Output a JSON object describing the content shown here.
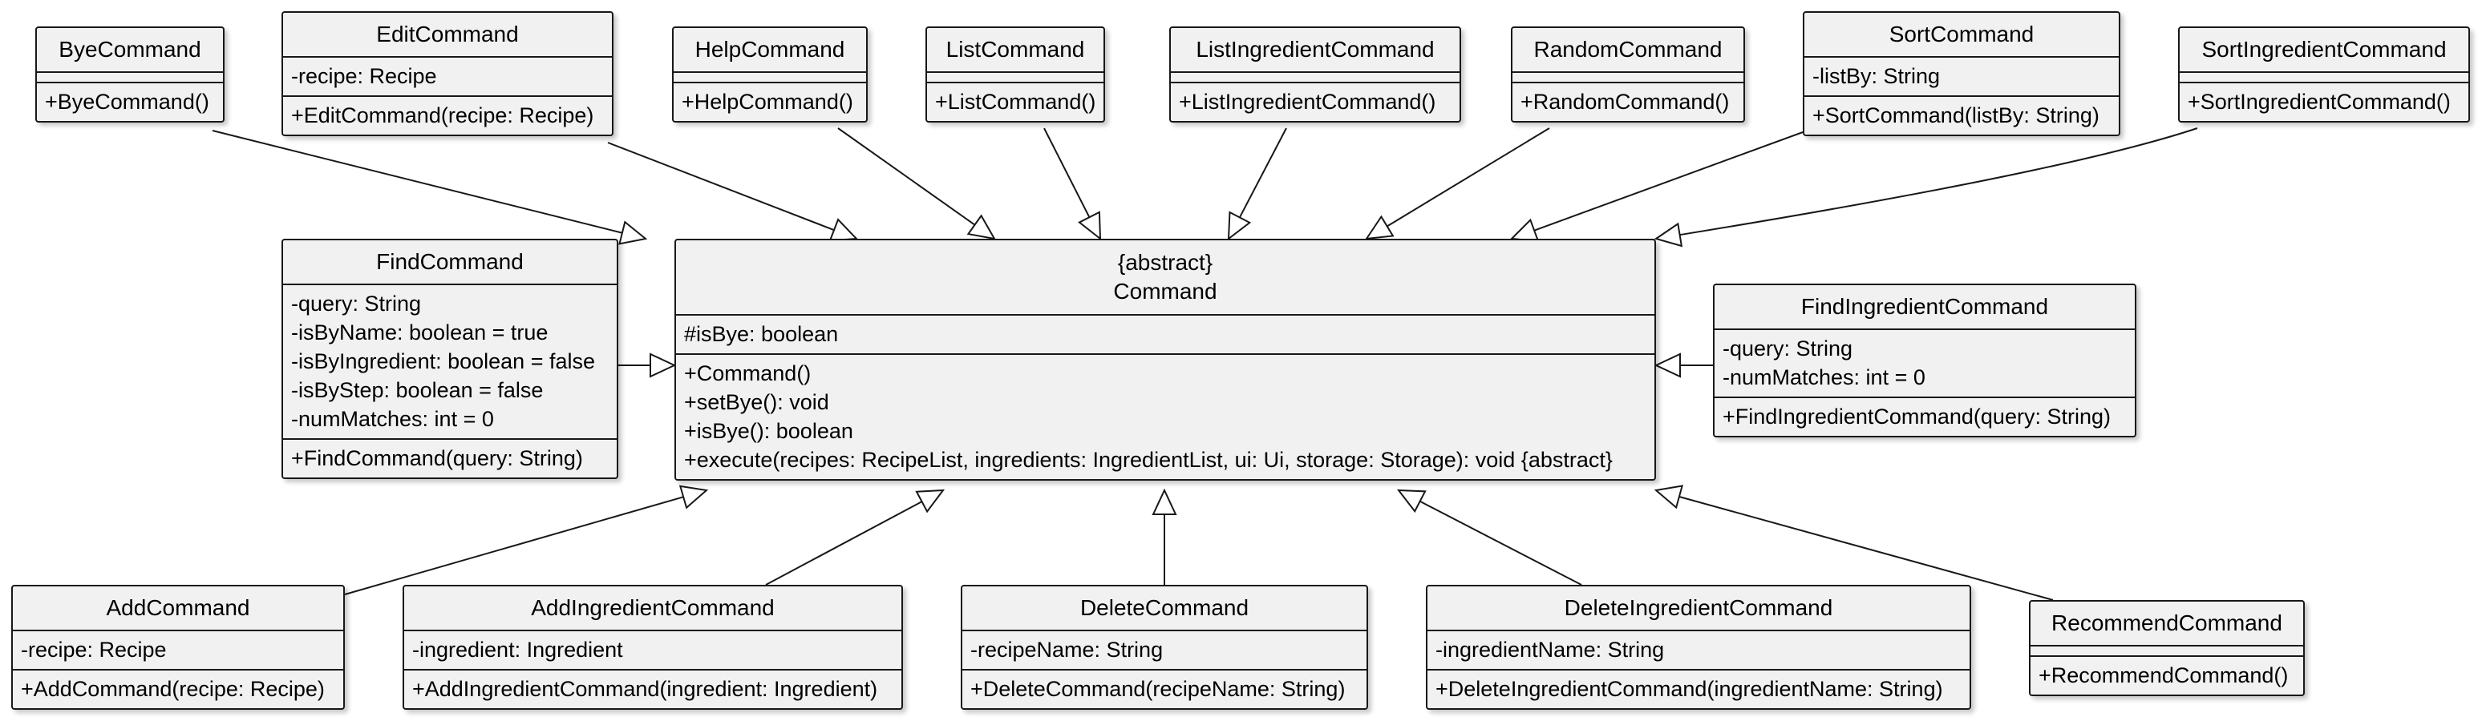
{
  "classes": {
    "bye": {
      "name": "ByeCommand",
      "attributes": [],
      "methods": [
        "+ByeCommand()"
      ]
    },
    "edit": {
      "name": "EditCommand",
      "attributes": [
        "-recipe: Recipe"
      ],
      "methods": [
        "+EditCommand(recipe: Recipe)"
      ]
    },
    "help": {
      "name": "HelpCommand",
      "attributes": [],
      "methods": [
        "+HelpCommand()"
      ]
    },
    "list": {
      "name": "ListCommand",
      "attributes": [],
      "methods": [
        "+ListCommand()"
      ]
    },
    "listIngredient": {
      "name": "ListIngredientCommand",
      "attributes": [],
      "methods": [
        "+ListIngredientCommand()"
      ]
    },
    "random": {
      "name": "RandomCommand",
      "attributes": [],
      "methods": [
        "+RandomCommand()"
      ]
    },
    "sort": {
      "name": "SortCommand",
      "attributes": [
        "-listBy: String"
      ],
      "methods": [
        "+SortCommand(listBy: String)"
      ]
    },
    "sortIngredient": {
      "name": "SortIngredientCommand",
      "attributes": [],
      "methods": [
        "+SortIngredientCommand()"
      ]
    },
    "find": {
      "name": "FindCommand",
      "attributes": [
        "-query: String",
        "-isByName: boolean = true",
        "-isByIngredient: boolean = false",
        "-isByStep: boolean = false",
        "-numMatches: int = 0"
      ],
      "methods": [
        "+FindCommand(query: String)"
      ]
    },
    "command": {
      "stereotype": "{abstract}",
      "name": "Command",
      "attributes": [
        "#isBye: boolean"
      ],
      "methods": [
        "+Command()",
        "+setBye(): void",
        "+isBye(): boolean",
        "+execute(recipes: RecipeList, ingredients: IngredientList, ui: Ui, storage: Storage): void {abstract}"
      ]
    },
    "findIngredient": {
      "name": "FindIngredientCommand",
      "attributes": [
        "-query: String",
        "-numMatches: int = 0"
      ],
      "methods": [
        "+FindIngredientCommand(query: String)"
      ]
    },
    "add": {
      "name": "AddCommand",
      "attributes": [
        "-recipe: Recipe"
      ],
      "methods": [
        "+AddCommand(recipe: Recipe)"
      ]
    },
    "addIngredient": {
      "name": "AddIngredientCommand",
      "attributes": [
        "-ingredient: Ingredient"
      ],
      "methods": [
        "+AddIngredientCommand(ingredient: Ingredient)"
      ]
    },
    "delete": {
      "name": "DeleteCommand",
      "attributes": [
        "-recipeName: String"
      ],
      "methods": [
        "+DeleteCommand(recipeName: String)"
      ]
    },
    "deleteIngredient": {
      "name": "DeleteIngredientCommand",
      "attributes": [
        "-ingredientName: String"
      ],
      "methods": [
        "+DeleteIngredientCommand(ingredientName: String)"
      ]
    },
    "recommend": {
      "name": "RecommendCommand",
      "attributes": [],
      "methods": [
        "+RecommendCommand()"
      ]
    }
  },
  "relations": [
    {
      "from": "bye",
      "to": "command",
      "type": "generalization"
    },
    {
      "from": "edit",
      "to": "command",
      "type": "generalization"
    },
    {
      "from": "help",
      "to": "command",
      "type": "generalization"
    },
    {
      "from": "list",
      "to": "command",
      "type": "generalization"
    },
    {
      "from": "listIngredient",
      "to": "command",
      "type": "generalization"
    },
    {
      "from": "random",
      "to": "command",
      "type": "generalization"
    },
    {
      "from": "sort",
      "to": "command",
      "type": "generalization"
    },
    {
      "from": "sortIngredient",
      "to": "command",
      "type": "generalization"
    },
    {
      "from": "find",
      "to": "command",
      "type": "generalization"
    },
    {
      "from": "findIngredient",
      "to": "command",
      "type": "generalization"
    },
    {
      "from": "add",
      "to": "command",
      "type": "generalization"
    },
    {
      "from": "addIngredient",
      "to": "command",
      "type": "generalization"
    },
    {
      "from": "delete",
      "to": "command",
      "type": "generalization"
    },
    {
      "from": "deleteIngredient",
      "to": "command",
      "type": "generalization"
    },
    {
      "from": "recommend",
      "to": "command",
      "type": "generalization"
    }
  ],
  "colors": {
    "box_fill": "#f1f1f1",
    "line": "#181818",
    "background": "#ffffff"
  }
}
